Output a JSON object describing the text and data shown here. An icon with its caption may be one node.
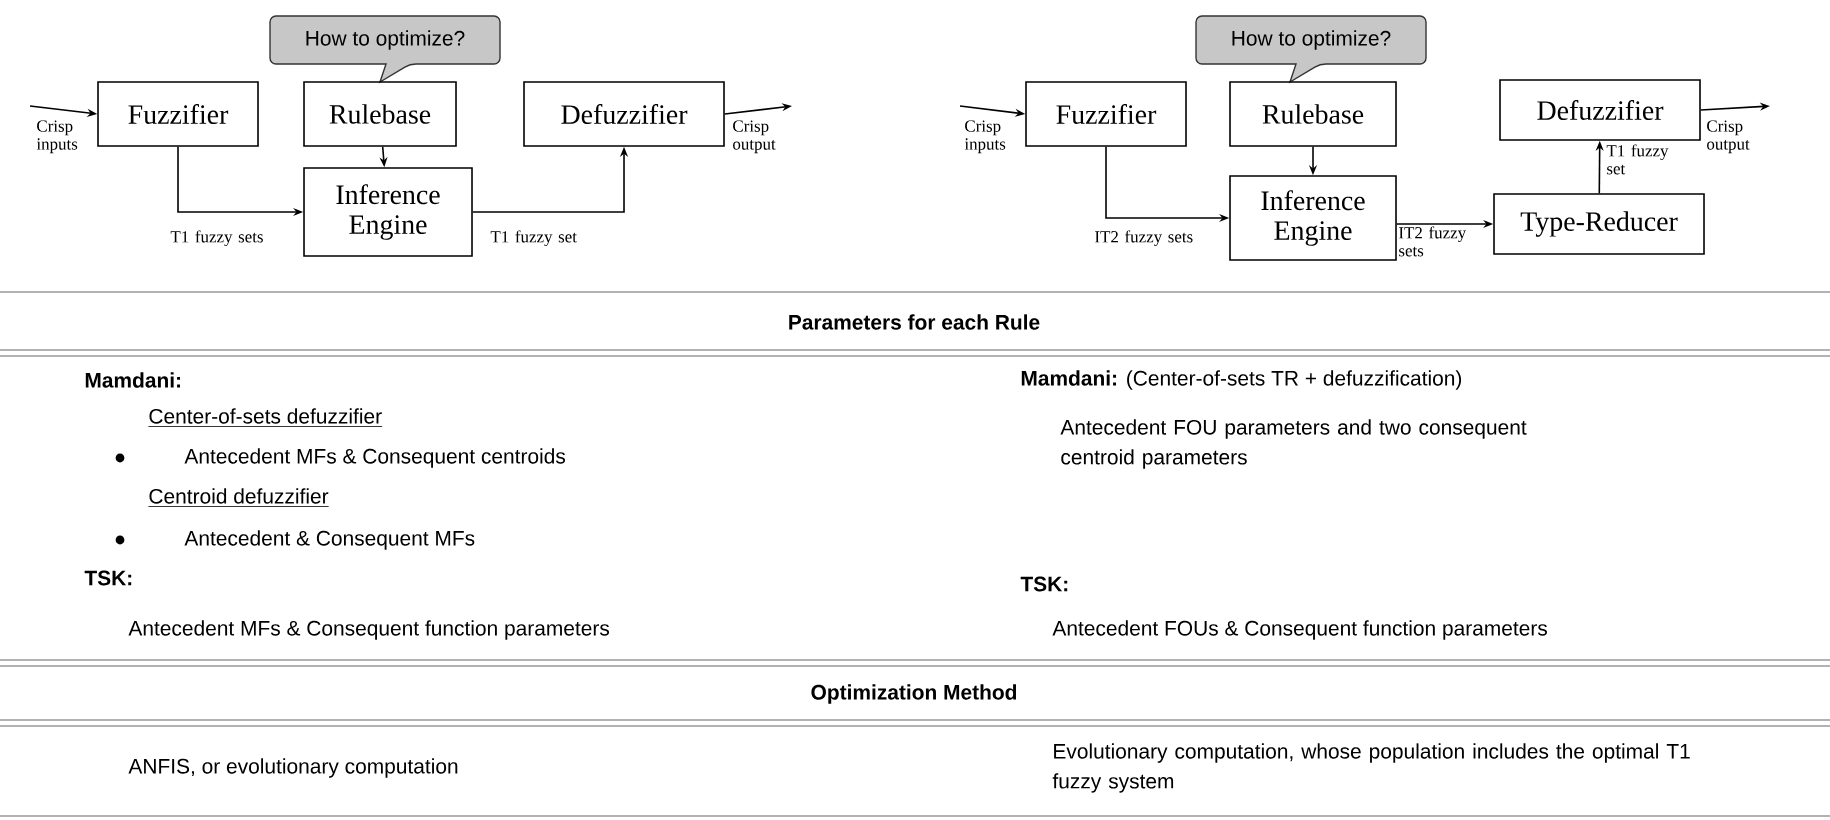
{
  "diagram": {
    "nodes": [
      {
        "text": [
          "How to optimize?"
        ]
      },
      {
        "text": [
          "Fuzzifier"
        ]
      },
      {
        "text": [
          "Rulebase"
        ]
      },
      {
        "text": [
          "Inference Engine"
        ]
      },
      {
        "text": [
          "Defuzzifier"
        ]
      },
      {
        "text": [
          "How to optimize?"
        ]
      },
      {
        "text": [
          "Fuzzifier"
        ]
      },
      {
        "text": [
          "Rulebase"
        ]
      },
      {
        "text": [
          "Inference Engine"
        ]
      },
      {
        "text": [
          "Type-Reducer"
        ]
      },
      {
        "text": [
          "Defuzzifier"
        ]
      }
    ],
    "edges": [
      {
        "from": null,
        "to": 1,
        "arrow": "to",
        "label": "Crisp inputs"
      },
      {
        "from": 1,
        "to": 3,
        "arrow": "to",
        "label": "T1 fuzzy sets"
      },
      {
        "from": 2,
        "to": 3,
        "arrow": "to"
      },
      {
        "from": 3,
        "to": 4,
        "arrow": "to",
        "label": "T1 fuzzy set"
      },
      {
        "from": 4,
        "to": null,
        "arrow": "to",
        "label": "Crisp output"
      },
      {
        "from": null,
        "to": 6,
        "arrow": "to",
        "label": "Crisp inputs"
      },
      {
        "from": 6,
        "to": 8,
        "arrow": "to",
        "label": "IT2 fuzzy sets"
      },
      {
        "from": 7,
        "to": 8,
        "arrow": "to"
      },
      {
        "from": 8,
        "to": 9,
        "arrow": "to",
        "label": "IT2 fuzzy sets"
      },
      {
        "from": 9,
        "to": 10,
        "arrow": "to",
        "label": "T1 fuzzy set"
      },
      {
        "from": 10,
        "to": null,
        "arrow": "to",
        "label": "Crisp output"
      }
    ],
    "labels": [
      "Parameters for each Rule",
      "Mamdani:",
      "Center-of-sets defuzzifier",
      "Antecedent MFs & Consequent centroids",
      "Centroid defuzzifier",
      "Antecedent & Consequent MFs",
      "TSK:",
      "Antecedent MFs & Consequent function parameters",
      "**Mamdani:** (Center-of-sets TR + defuzzification)",
      "Antecedent FOU parameters and two consequent centroid parameters",
      "TSK:",
      "Antecedent FOUs & Consequent function parameters",
      "Optimization Method",
      "ANFIS, or evolutionary computation",
      "Evolutionary computation, whose population includes the optimal T1 fuzzy system"
    ]
  }
}
